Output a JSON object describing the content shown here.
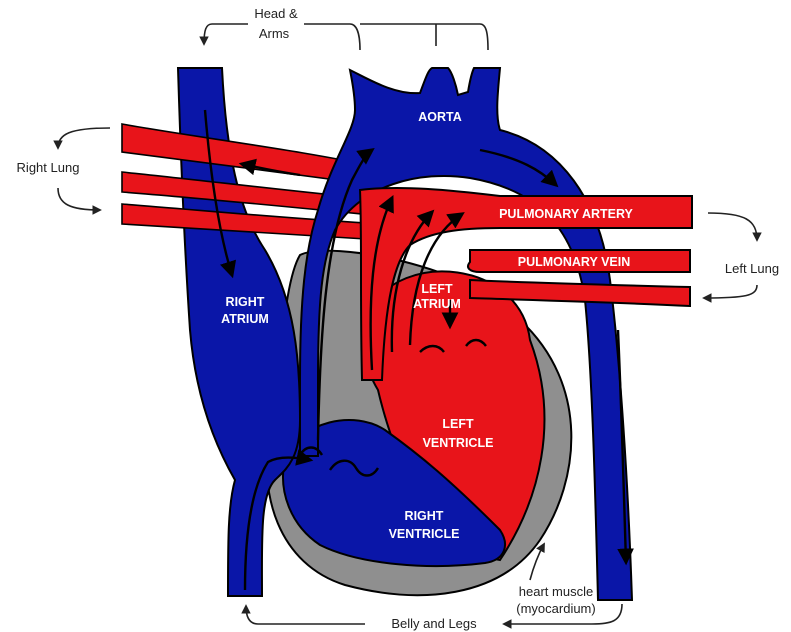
{
  "labels": {
    "head_arms_1": "Head &",
    "head_arms_2": "Arms",
    "aorta": "AORTA",
    "right_lung": "Right Lung",
    "pulmonary_artery": "PULMONARY ARTERY",
    "pulmonary_vein": "PULMONARY VEIN",
    "left_lung": "Left Lung",
    "left_atrium_1": "LEFT",
    "left_atrium_2": "ATRIUM",
    "right_atrium_1": "RIGHT",
    "right_atrium_2": "ATRIUM",
    "left_ventricle_1": "LEFT",
    "left_ventricle_2": "VENTRICLE",
    "right_ventricle_1": "RIGHT",
    "right_ventricle_2": "VENTRICLE",
    "heart_muscle_1": "heart muscle",
    "heart_muscle_2": "(myocardium)",
    "belly_legs": "Belly and Legs"
  },
  "colors": {
    "oxygen_poor": "#0a16a8",
    "oxygen_rich": "#e8141a",
    "heart_muscle": "#8f8f8f",
    "outline": "#000000"
  }
}
